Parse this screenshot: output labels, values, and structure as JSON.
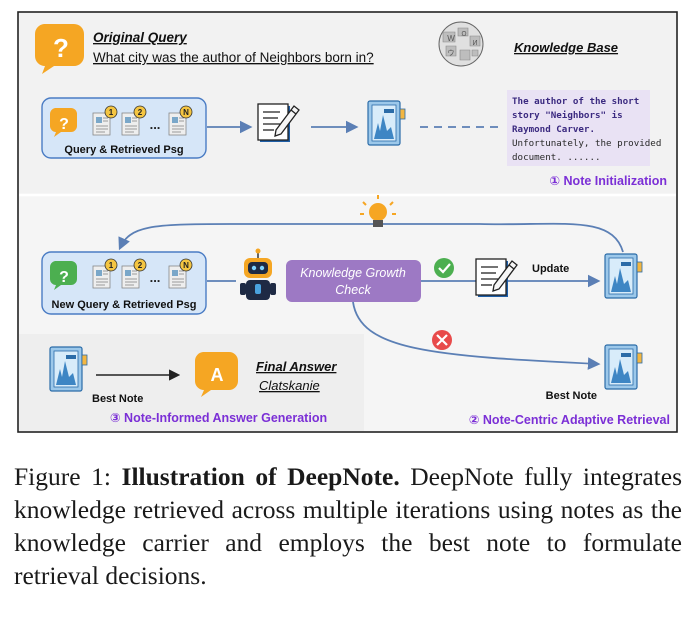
{
  "query": {
    "heading": "Original Query",
    "text": "What city was the author of Neighbors born in?"
  },
  "knowledge_base": {
    "label": "Knowledge Base",
    "icon": "wikipedia-globe-icon"
  },
  "stage1": {
    "box_label": "Query & Retrieved Psg",
    "psg_numbers": [
      "1",
      "2",
      "N"
    ],
    "ellipsis": "...",
    "note_text": [
      "The author of the short",
      "story \"Neighbors\" is",
      "Raymond Carver.",
      "Unfortunately, the provided",
      "document. ......"
    ],
    "title": "① Note Initialization"
  },
  "stage2": {
    "box_label": "New Query & Retrieved Psg",
    "psg_numbers": [
      "1",
      "2",
      "N"
    ],
    "ellipsis": "...",
    "check_label": [
      "Knowledge Growth",
      "Check"
    ],
    "update_label": "Update",
    "best_note_label": "Best Note",
    "title": "② Note-Centric Adaptive Retrieval"
  },
  "stage3": {
    "best_note_label": "Best Note",
    "answer_heading": "Final Answer",
    "answer_text": "Clatskanie",
    "answer_letter": "A",
    "title": "③ Note-Informed Answer Generation"
  },
  "caption": {
    "prefix": "Figure 1: ",
    "bold": "Illustration of DeepNote.",
    "body": " DeepNote fully integrates knowledge retrieved across multiple iterations using notes as the knowledge carrier and employs the best note to formulate retrieval decisions."
  },
  "colors": {
    "purple": "#7b2fd6",
    "arrow_blue": "#5b7fb5",
    "box_blue": "#d6e6f8",
    "box_border": "#4a7cc4",
    "note_box": "#e9e2f4",
    "check_box": "#9d79c4",
    "query_orange": "#f5a623",
    "green": "#4caf50",
    "red": "#e84a4a"
  }
}
